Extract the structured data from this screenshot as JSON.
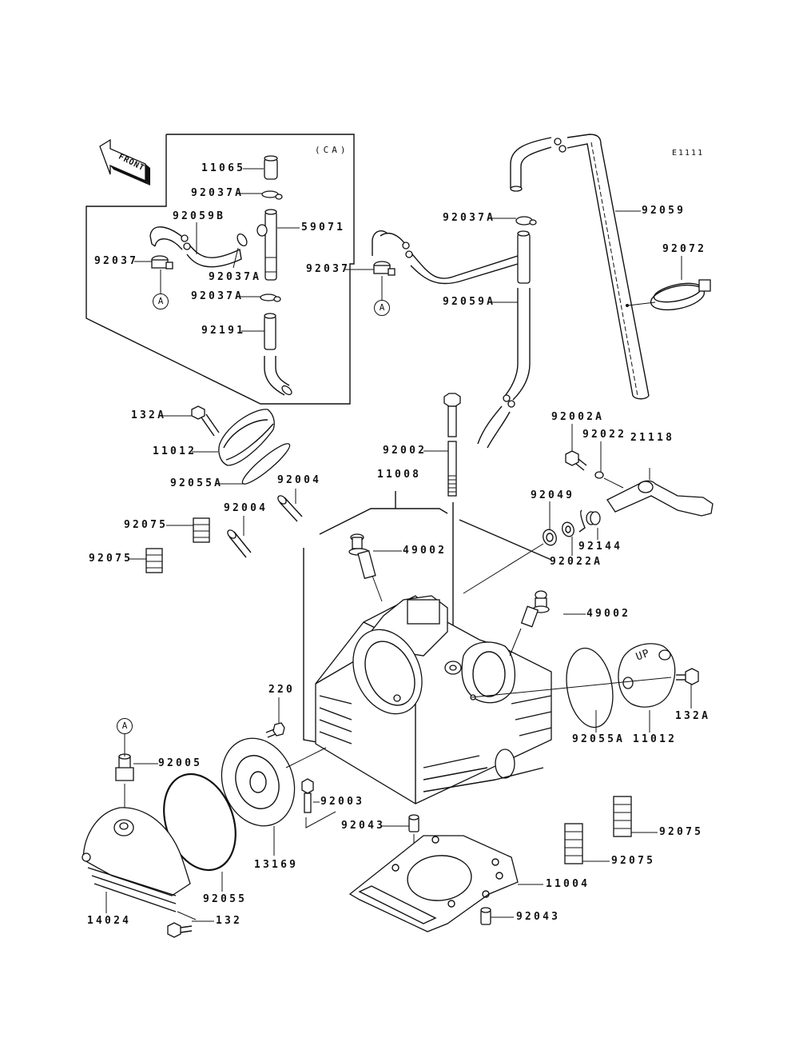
{
  "diagram": {
    "figure_code": "E1111",
    "region_note": "(CA)",
    "front_arrow_label": "FRONT",
    "reference_marker": "A",
    "up_marking": "UP"
  },
  "parts": [
    {
      "id": "p01",
      "number": "11065",
      "description_hint": "cap (CA)"
    },
    {
      "id": "p02",
      "number": "92037A",
      "description_hint": "clamp (CA top)"
    },
    {
      "id": "p03",
      "number": "92059B",
      "description_hint": "hose (CA)"
    },
    {
      "id": "p04",
      "number": "59071",
      "description_hint": "T-joint (CA)"
    },
    {
      "id": "p05",
      "number": "92037",
      "description_hint": "clamp (CA left)"
    },
    {
      "id": "p06",
      "number": "92037A",
      "description_hint": "clamp (CA mid)"
    },
    {
      "id": "p07",
      "number": "92037A",
      "description_hint": "clamp (CA lower)"
    },
    {
      "id": "p08",
      "number": "92191",
      "description_hint": "hose (CA)"
    },
    {
      "id": "p09",
      "number": "92037A",
      "description_hint": "clamp"
    },
    {
      "id": "p10",
      "number": "92059",
      "description_hint": "breather hose"
    },
    {
      "id": "p11",
      "number": "92072",
      "description_hint": "band"
    },
    {
      "id": "p12",
      "number": "92037",
      "description_hint": "clamp"
    },
    {
      "id": "p13",
      "number": "92059A",
      "description_hint": "hose"
    },
    {
      "id": "p14",
      "number": "132A",
      "description_hint": "bolt (top cover)"
    },
    {
      "id": "p15",
      "number": "11012",
      "description_hint": "cover (top)"
    },
    {
      "id": "p16",
      "number": "92055A",
      "description_hint": "o-ring (top)"
    },
    {
      "id": "p17",
      "number": "92004",
      "description_hint": "stud (upper)"
    },
    {
      "id": "p18",
      "number": "92004",
      "description_hint": "stud (lower)"
    },
    {
      "id": "p19",
      "number": "11008",
      "description_hint": "cylinder head"
    },
    {
      "id": "p20",
      "number": "92002",
      "description_hint": "stud bolt"
    },
    {
      "id": "p21",
      "number": "92075",
      "description_hint": "damper (left upper)"
    },
    {
      "id": "p22",
      "number": "92075",
      "description_hint": "damper (left lower)"
    },
    {
      "id": "p23",
      "number": "49002",
      "description_hint": "valve guide (intake)"
    },
    {
      "id": "p24",
      "number": "92002A",
      "description_hint": "bolt"
    },
    {
      "id": "p25",
      "number": "92022",
      "description_hint": "washer"
    },
    {
      "id": "p26",
      "number": "21118",
      "description_hint": "decompression lever"
    },
    {
      "id": "p27",
      "number": "92049",
      "description_hint": "oil seal"
    },
    {
      "id": "p28",
      "number": "92144",
      "description_hint": "spring"
    },
    {
      "id": "p29",
      "number": "92022A",
      "description_hint": "washer"
    },
    {
      "id": "p30",
      "number": "49002",
      "description_hint": "valve guide (exhaust)"
    },
    {
      "id": "p31",
      "number": "132A",
      "description_hint": "bolt (side cover)"
    },
    {
      "id": "p32",
      "number": "92055A",
      "description_hint": "o-ring (side)"
    },
    {
      "id": "p33",
      "number": "11012",
      "description_hint": "cover (side)"
    },
    {
      "id": "p34",
      "number": "220",
      "description_hint": "screw"
    },
    {
      "id": "p35",
      "number": "92005",
      "description_hint": "fitting"
    },
    {
      "id": "p36",
      "number": "92003",
      "description_hint": "bolt"
    },
    {
      "id": "p37",
      "number": "92043",
      "description_hint": "dowel pin (upper)"
    },
    {
      "id": "p38",
      "number": "13169",
      "description_hint": "plate"
    },
    {
      "id": "p39",
      "number": "92055",
      "description_hint": "o-ring"
    },
    {
      "id": "p40",
      "number": "11004",
      "description_hint": "head gasket"
    },
    {
      "id": "p41",
      "number": "92075",
      "description_hint": "damper (right upper)"
    },
    {
      "id": "p42",
      "number": "92075",
      "description_hint": "damper (right lower)"
    },
    {
      "id": "p43",
      "number": "14024",
      "description_hint": "cover"
    },
    {
      "id": "p44",
      "number": "132",
      "description_hint": "bolt"
    },
    {
      "id": "p45",
      "number": "92043",
      "description_hint": "dowel pin (lower)"
    }
  ]
}
